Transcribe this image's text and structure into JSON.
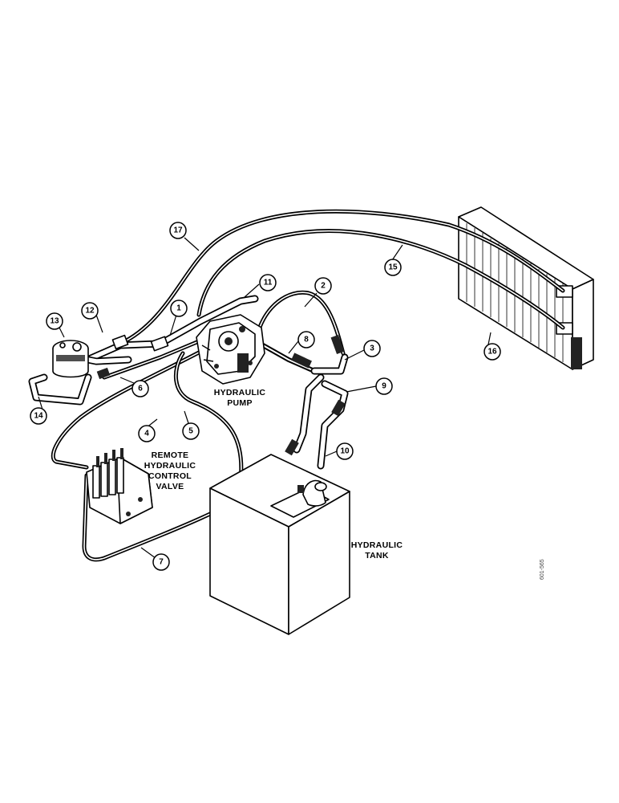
{
  "labels": {
    "pump": [
      "HYDRAULIC",
      "PUMP"
    ],
    "valve": [
      "REMOTE",
      "HYDRAULIC",
      "CONTROL",
      "VALVE"
    ],
    "tank": [
      "HYDRAULIC",
      "TANK"
    ]
  },
  "callouts": [
    "1",
    "2",
    "3",
    "4",
    "5",
    "6",
    "7",
    "8",
    "9",
    "10",
    "11",
    "12",
    "13",
    "14",
    "15",
    "16",
    "17"
  ],
  "reference_code": "601-565"
}
